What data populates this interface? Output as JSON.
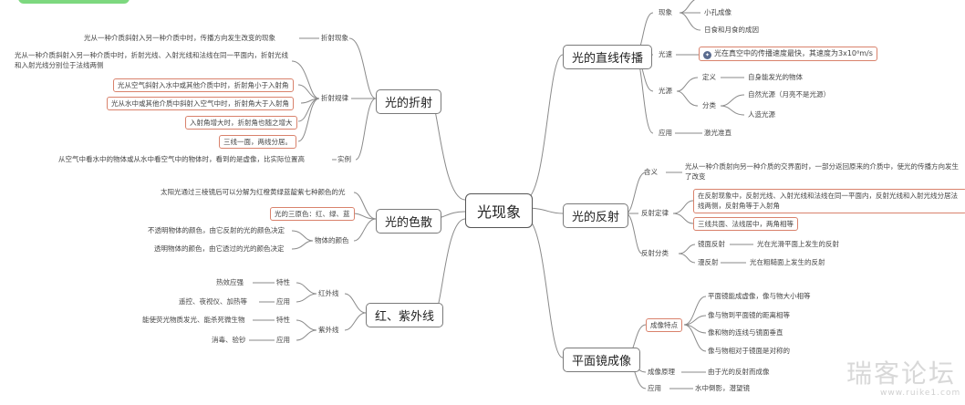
{
  "root": "光现象",
  "refraction": {
    "title": "光的折射",
    "def_label": "折射现象",
    "def_text": "光从一种介质斜射入另一种介质中时，传播方向发生改变的现象",
    "law_label": "折射规律",
    "law_text": "光从一种介质斜射入另一种介质中时，折射光线、入射光线和法线在同一平面内，折射光线和入射光线分别位于法线两侧",
    "law_1": "光从空气斜射入水中或其他介质中时，折射角小于入射角",
    "law_2": "光从水中或其他介质中斜射入空气中时，折射角大于入射角",
    "law_3": "入射角增大时，折射角也随之增大",
    "law_4": "三线一面，两线分居。",
    "example_label": "实例",
    "example_text": "从空气中看水中的物体或从水中看空气中的物体时，看到的是虚像，比实际位置高"
  },
  "dispersion": {
    "title": "光的色散",
    "def_text": "太阳光通过三棱镜后可以分解为红橙黄绿蓝靛紫七种颜色的光",
    "primary": "光的三原色：红、绿、蓝",
    "color_label": "物体的颜色",
    "opaque": "不透明物体的颜色，由它反射的光的颜色决定",
    "transparent": "透明物体的颜色，由它透过的光的颜色决定"
  },
  "infrared_uv": {
    "title": "红、紫外线",
    "ir_label": "红外线",
    "ir_feature_label": "特性",
    "ir_feature": "热效应强",
    "ir_use_label": "应用",
    "ir_use": "遥控、夜视仪、加热等",
    "uv_label": "紫外线",
    "uv_feature_label": "特性",
    "uv_feature": "能使荧光物质发光、能杀死微生物",
    "uv_use_label": "应用",
    "uv_use": "消毒、验钞"
  },
  "straight": {
    "title": "光的直线传播",
    "phen_label": "现象",
    "phen_1": "小孔成像",
    "phen_2": "日食和月食的成因",
    "speed_label": "光速",
    "speed_text": "光在真空中的传播速度最快，其速度为3x10⁸m/s",
    "source_label": "光源",
    "def_label": "定义",
    "def_text": "自身能发光的物体",
    "class_label": "分类",
    "class_1": "自然光源（月亮不是光源）",
    "class_2": "人造光源",
    "use_label": "应用",
    "use_text": "激光准直"
  },
  "reflection": {
    "title": "光的反射",
    "meaning_label": "含义",
    "meaning_text": "光从一种介质射向另一种介质的交界面时，一部分返回原来的介质中，使光的传播方向发生了改变",
    "law_label": "反射定律",
    "law_text": "在反射现象中，反射光线、入射光线和法线在同一平面内，反射光线和入射光线分居法线两侧，反射角等于入射角",
    "law_2": "三线共面、法线居中，两角相等",
    "class_label": "反射分类",
    "mirror_label": "镜面反射",
    "mirror_text": "光在光滑平面上发生的反射",
    "diffuse_label": "漫反射",
    "diffuse_text": "光在粗糙面上发生的反射"
  },
  "plane_mirror": {
    "title": "平面镜成像",
    "feat_label": "成像特点",
    "feat_1": "平面镜能成虚像，像与物大小相等",
    "feat_2": "像与物到平面镜的距离相等",
    "feat_3": "像和物的连线与镜面垂直",
    "feat_4": "像与物相对于镜面是对称的",
    "principle_label": "成像原理",
    "principle_text": "由于光的反射而成像",
    "use_label": "应用",
    "use_text": "水中倒影，潜望镜"
  },
  "watermark": {
    "text": "瑞客论坛",
    "url": "www.ruike1.com"
  },
  "colors": {
    "line": "#8a8a8a",
    "highlight_border": "#d9826c",
    "badge": "#5b6c8f",
    "top_pill": "#7dd87f"
  },
  "icons": [
    "star-badge-icon"
  ]
}
